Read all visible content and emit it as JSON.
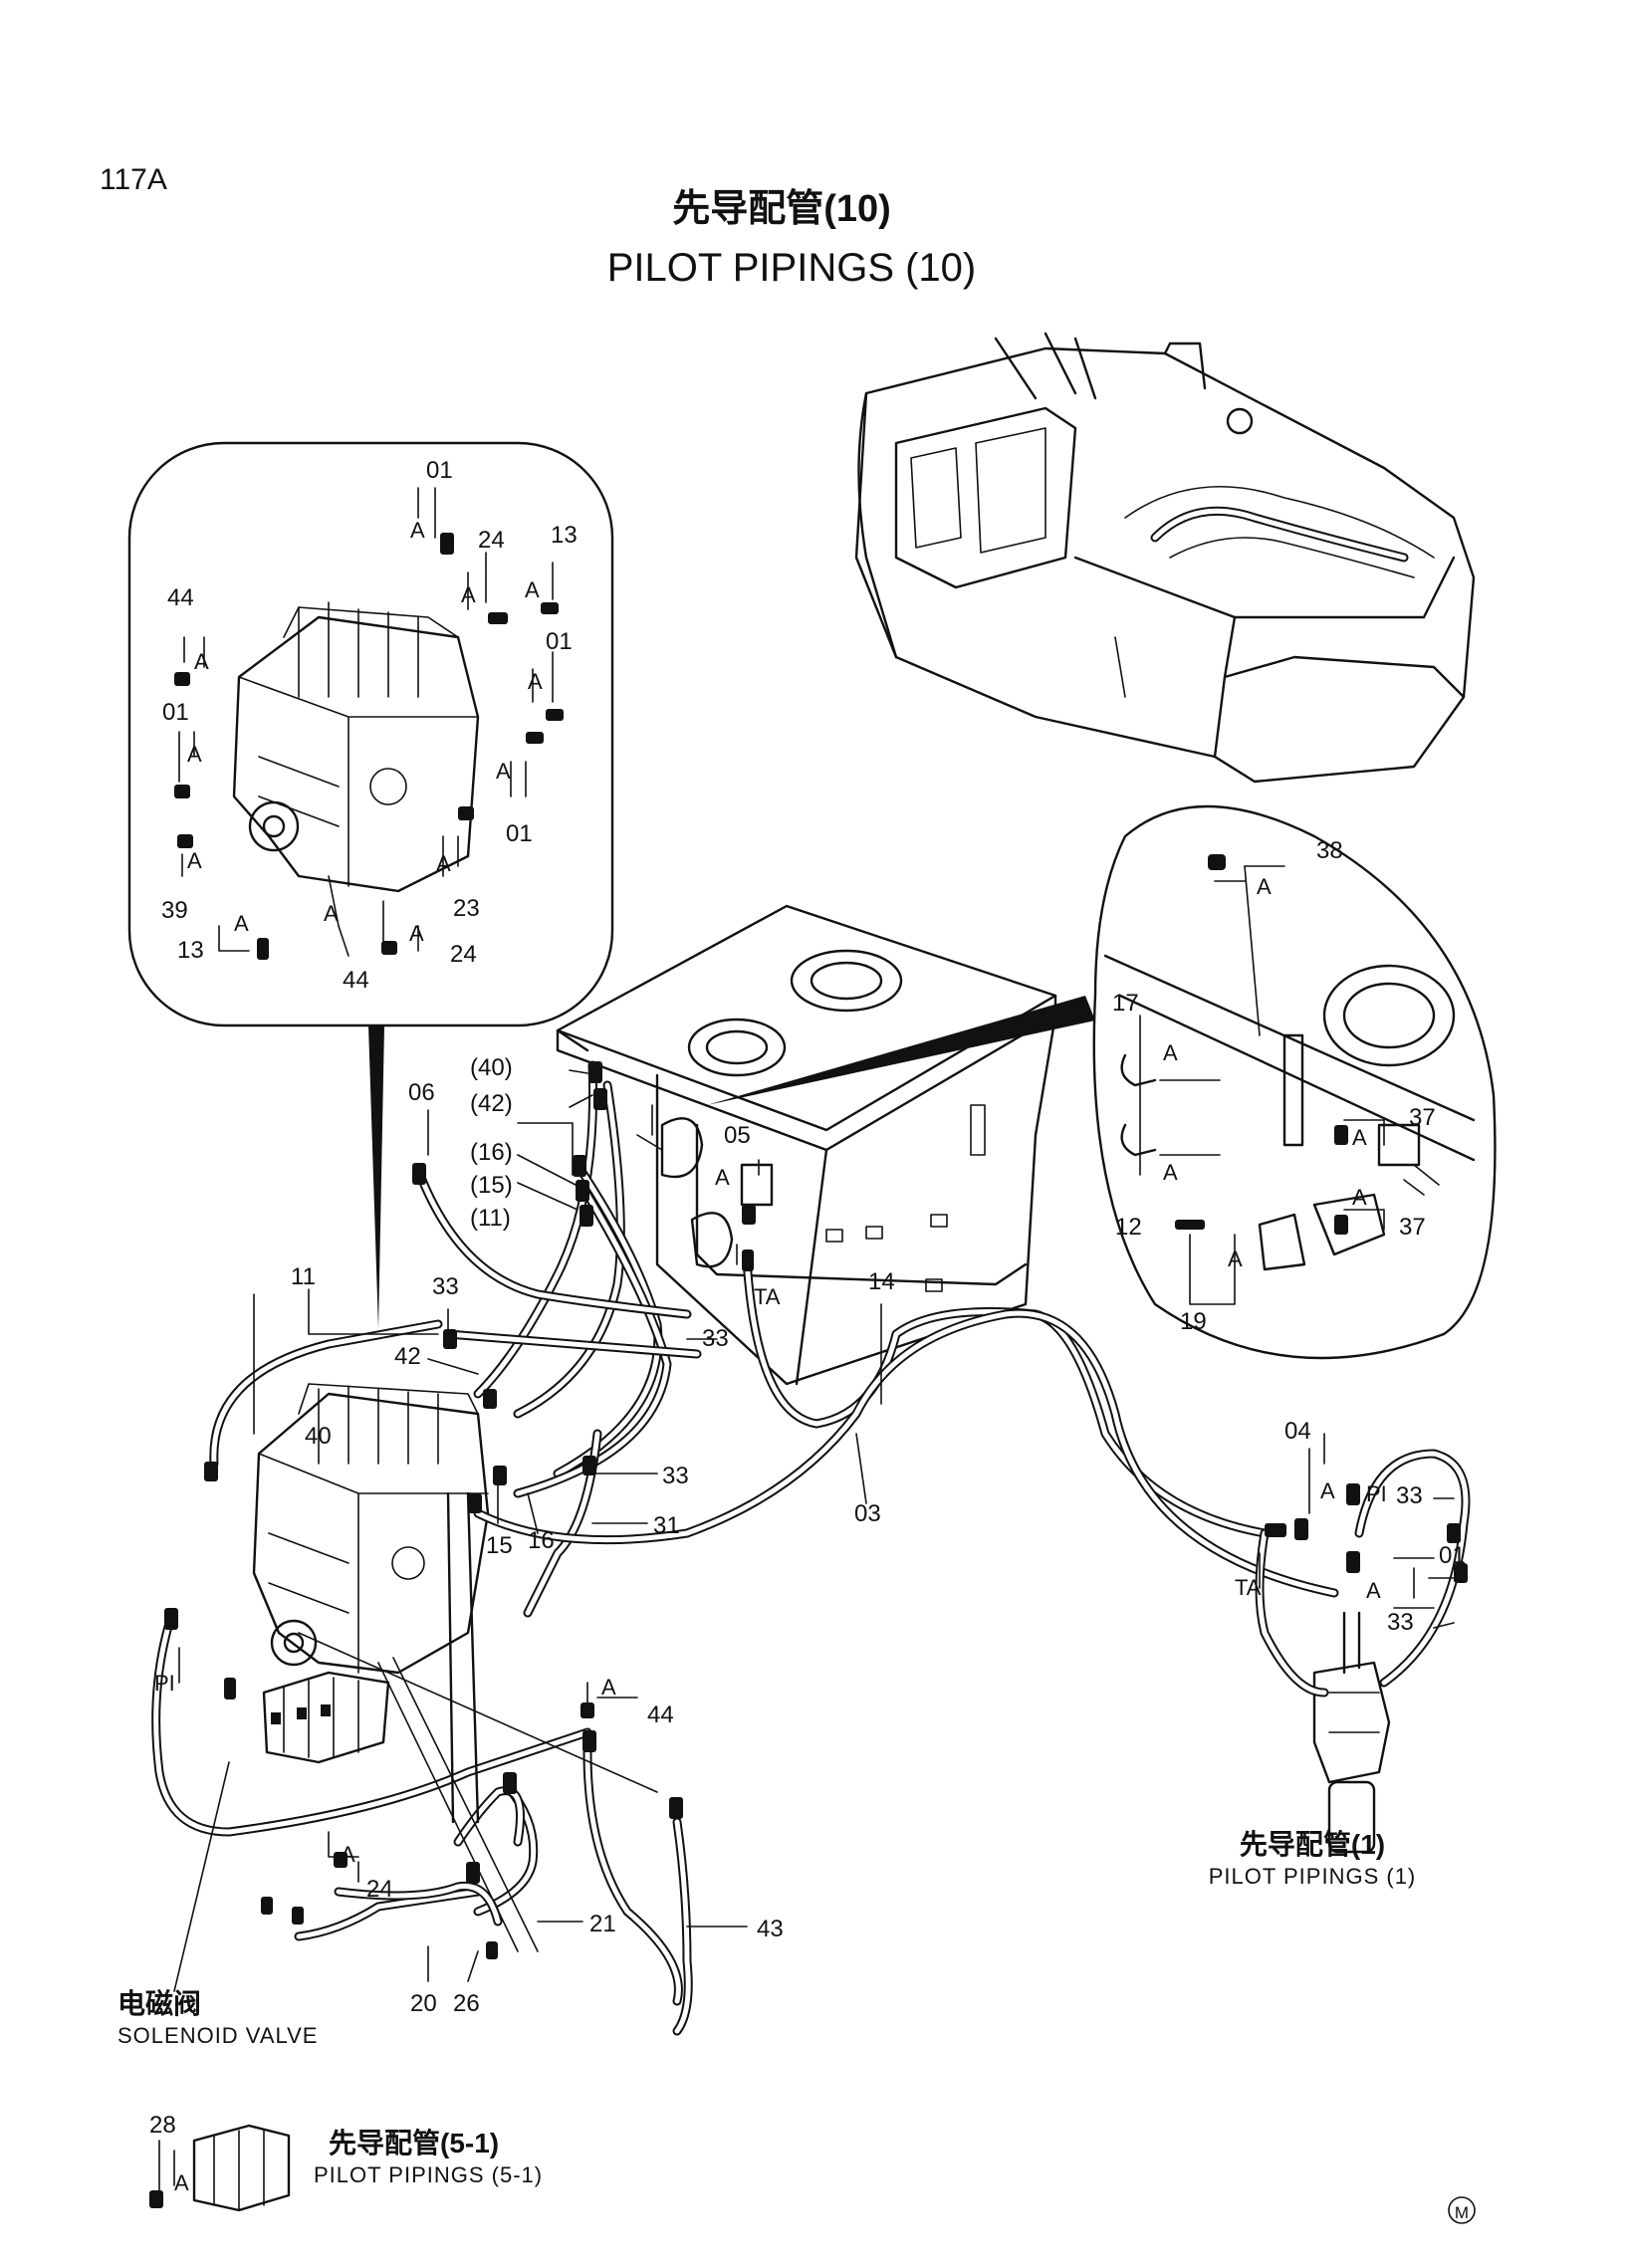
{
  "header": {
    "page_number": "117A",
    "title_cn": "先导配管(10)",
    "title_en": "PILOT PIPINGS (10)"
  },
  "references": {
    "pilot_pipings_1_cn": "先导配管(1)",
    "pilot_pipings_1_en": "PILOT PIPINGS (1)",
    "pilot_pipings_5_1_cn": "先导配管(5-1)",
    "pilot_pipings_5_1_en": "PILOT PIPINGS (5-1)",
    "solenoid_valve_cn": "电磁阀",
    "solenoid_valve_en": "SOLENOID VALVE"
  },
  "markers": {
    "detail": "A",
    "port_pi": "PI",
    "port_ta": "TA",
    "corner_mark": "M"
  },
  "part_labels": {
    "p01": "01",
    "p03": "03",
    "p04": "04",
    "p05": "05",
    "p06": "06",
    "p11": "11",
    "p12": "12",
    "p13": "13",
    "p14": "14",
    "p15": "15",
    "p16": "16",
    "p17": "17",
    "p19": "19",
    "p20": "20",
    "p21": "21",
    "p23": "23",
    "p24": "24",
    "p26": "26",
    "p28": "28",
    "p31": "31",
    "p33": "33",
    "p37": "37",
    "p38": "38",
    "p39": "39",
    "p40": "40",
    "p42": "42",
    "p43": "43",
    "p44": "44",
    "q40": "(40)",
    "q42": "(42)",
    "q16": "(16)",
    "q15": "(15)",
    "q11": "(11)"
  }
}
